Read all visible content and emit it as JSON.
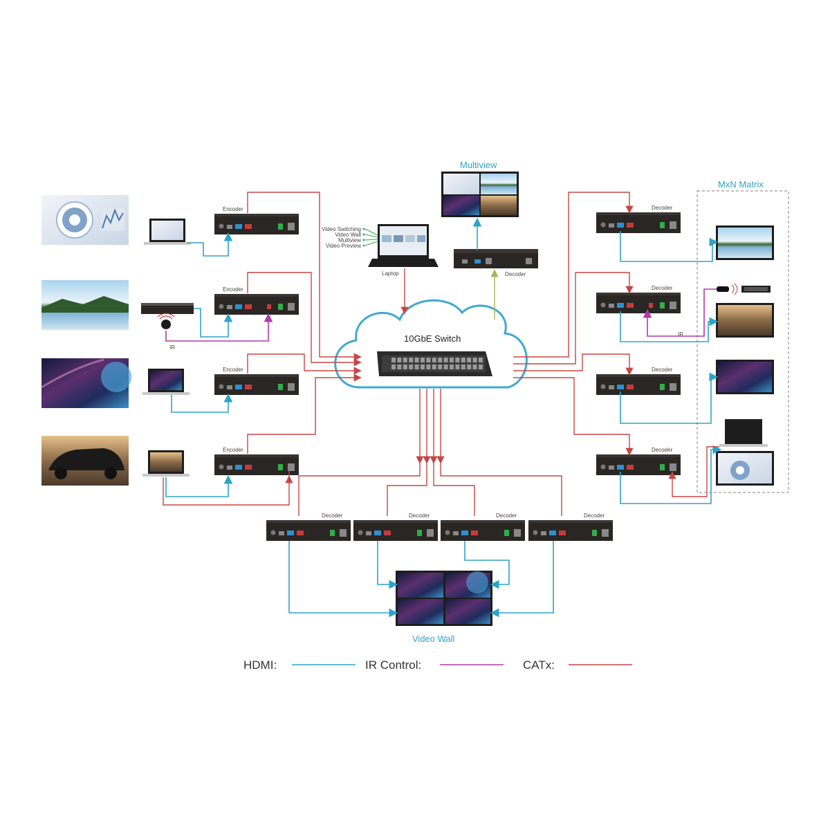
{
  "titles": {
    "multiview": "Multiview",
    "matrix": "MxN Matrix",
    "switch": "10GbE Switch",
    "video_wall": "Video Wall"
  },
  "device_labels": {
    "encoder_1": "Encoder",
    "encoder_2": "Encoder",
    "encoder_3": "Encoder",
    "encoder_4": "Encoder",
    "decoder_multiview": "Decoder",
    "decoder_r1": "Decoder",
    "decoder_r2": "Decoder",
    "decoder_r3": "Decoder",
    "decoder_r4": "Decoder",
    "decoder_w1": "Decoder",
    "decoder_w2": "Decoder",
    "decoder_w3": "Decoder",
    "decoder_w4": "Decoder",
    "laptop": "Laptop",
    "ir_left": "IR",
    "ir_right": "IR"
  },
  "laptop_menu": [
    "Video Switching",
    "Video Wall",
    "Multiview",
    "Video Preview"
  ],
  "legend": {
    "hdmi": "HDMI:",
    "ir": "IR Control:",
    "catx": "CATx:"
  },
  "colors": {
    "hdmi": "#2ea3c8",
    "ir": "#b03aa8",
    "catx": "#c84545",
    "title": "#2ea3c8"
  }
}
